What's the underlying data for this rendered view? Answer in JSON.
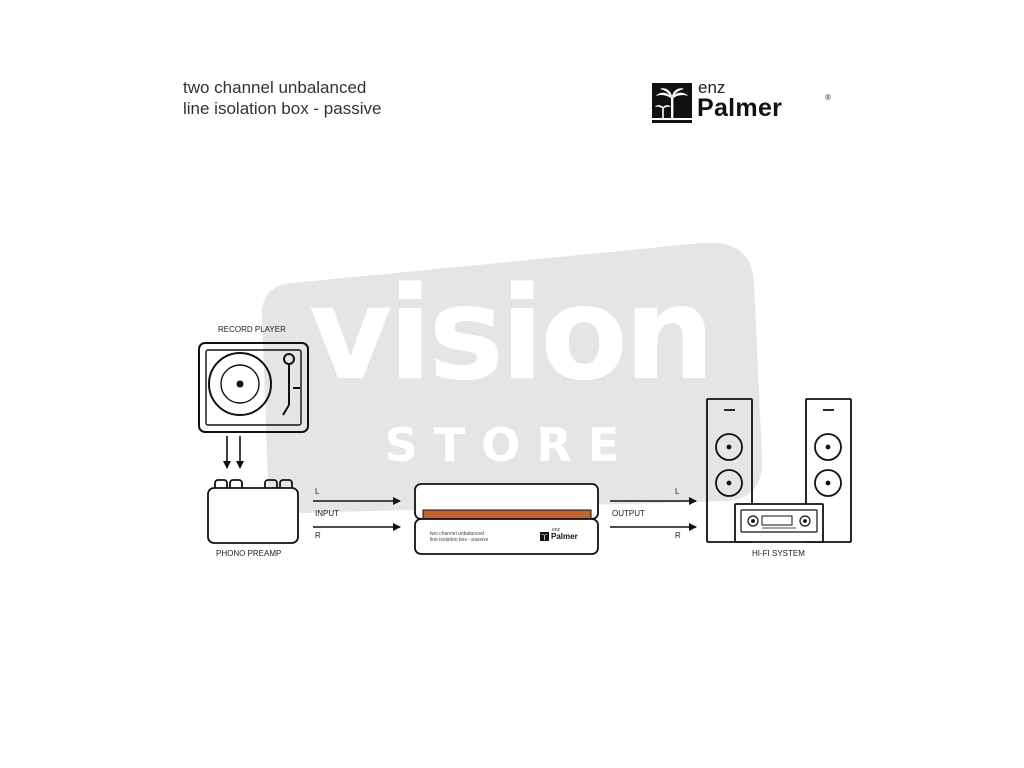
{
  "header": {
    "title_line1": "two channel unbalanced",
    "title_line2": "line isolation box - passive"
  },
  "logo": {
    "prefix": "enz",
    "name": "Palmer",
    "registered": "®",
    "icon": "palm-tree-icon"
  },
  "watermark": {
    "line1": "vision",
    "line2": "STORE",
    "color": "#e5e5e5"
  },
  "devices": {
    "record_player": "RECORD PLAYER",
    "phono_preamp": "PHONO PREAMP",
    "hifi_system": "HI-FI SYSTEM"
  },
  "signal": {
    "input_label": "INPUT",
    "output_label": "OUTPUT",
    "left": "L",
    "right": "R"
  },
  "isolation_box": {
    "text_line1": "two channel unbalanced",
    "text_line2": "line isolation box - passive",
    "logo_prefix": "enz",
    "logo_name": "Palmer",
    "accent_color": "#c0632e"
  }
}
